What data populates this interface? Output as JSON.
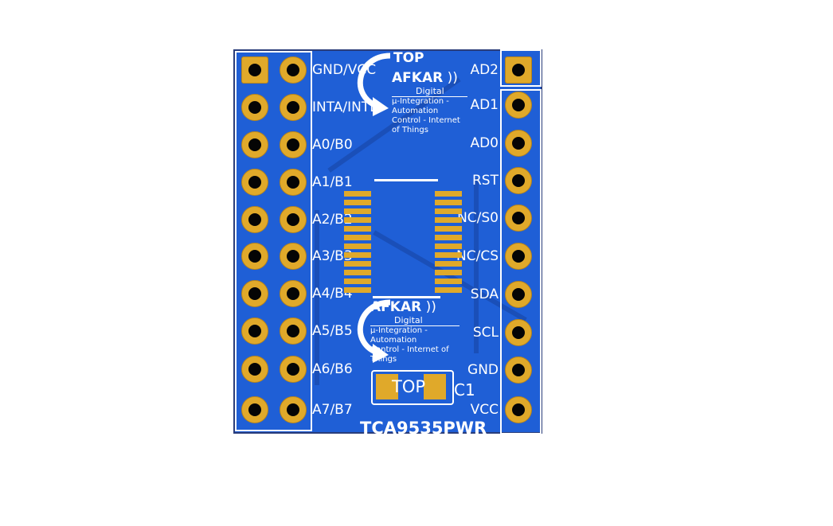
{
  "board": {
    "left_labels": [
      "GND/VCC",
      "INTA/INTB",
      "A0/B0",
      "A1/B1",
      "A2/B2",
      "A3/B3",
      "A4/B4",
      "A5/B5",
      "A6/B6",
      "A7/B7"
    ],
    "right_labels": [
      "AD2",
      "AD1",
      "AD0",
      "RST",
      "NC/S0",
      "NC/CS",
      "SDA",
      "SCL",
      "GND",
      "VCC"
    ],
    "top_marker": "TOP",
    "cap_label": "C1",
    "cap_top_label": "TOP",
    "chip_name": "TCA9535PWR",
    "logo": {
      "brand": "AFKAR",
      "sub": "Digital",
      "line1": "µ-Integration  -  Automation",
      "line2": "Control  -  Internet of Things"
    },
    "colors": {
      "board": "#1f5fd6",
      "copper": "#e0a92a",
      "silk": "#ffffff"
    }
  }
}
